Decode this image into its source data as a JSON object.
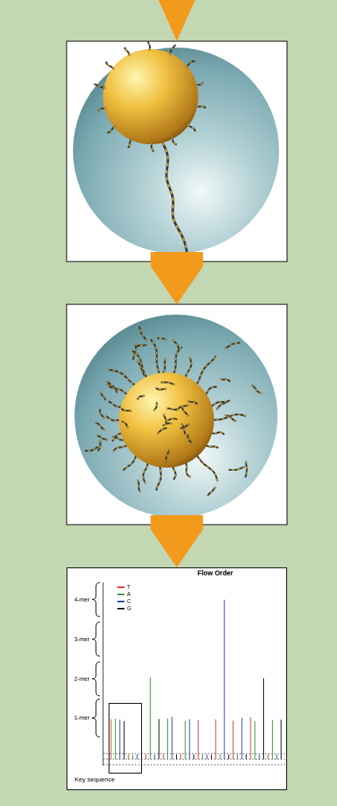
{
  "diagram": {
    "nodes": [
      {
        "text": [
          "Flow Order"
        ]
      },
      {
        "text": [
          "Key sequence"
        ],
        "in": 0
      }
    ],
    "labels": [
      "4-mer",
      "3-mer",
      "2-mer",
      "1-mer"
    ],
    "legend": [
      {
        "text": "T",
        "color": "#d9342b"
      },
      {
        "text": "A",
        "color": "#3a9a3a"
      },
      {
        "text": "C",
        "color": "#2b3fa8"
      },
      {
        "text": "G",
        "color": "#111111"
      }
    ]
  }
}
